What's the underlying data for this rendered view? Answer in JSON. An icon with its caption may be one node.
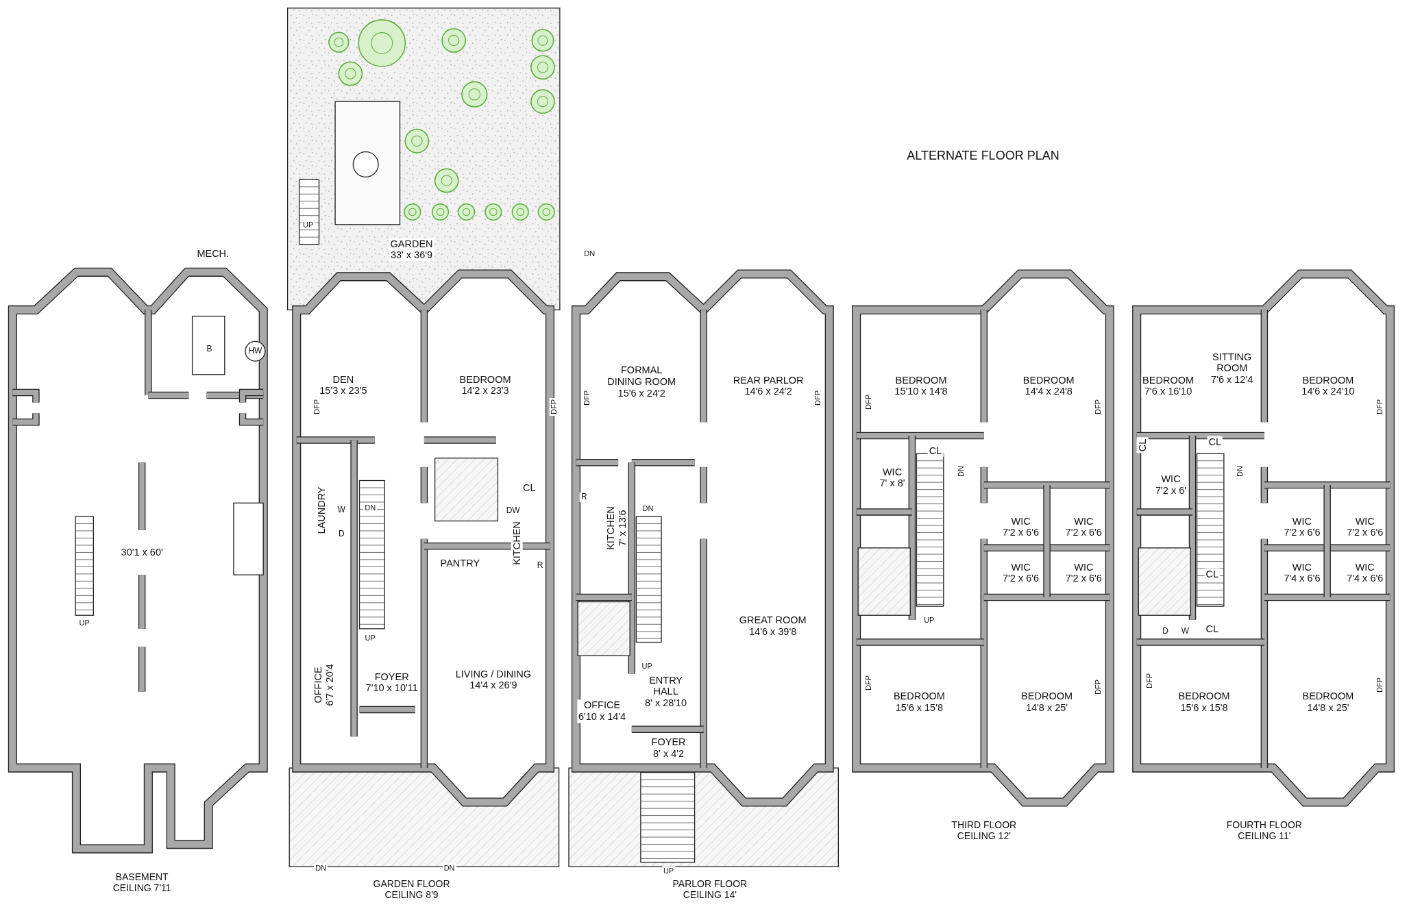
{
  "diagram": {
    "title": "ALTERNATE FLOOR PLAN",
    "labels": [
      "MECH.",
      "B",
      "HW",
      "30'1 x 60'",
      "UP",
      "BASEMENT CEILING 7'11",
      "UP",
      "GARDEN 33' x 36'9",
      "DEN 15'3 x 23'5",
      "BEDROOM 14'2 x 23'3",
      "DFP",
      "DFP",
      "LAUNDRY",
      "W",
      "D",
      "DN",
      "CL",
      "DW",
      "PANTRY",
      "KITCHEN",
      "R",
      "UP",
      "OFFICE 6'7 x 20'4",
      "FOYER 7'10 x 10'11",
      "LIVING / DINING 14'4 x 26'9",
      "DN",
      "DN",
      "GARDEN FLOOR CEILING 8'9",
      "DN",
      "FORMAL DINING ROOM 15'6 x 24'2",
      "REAR PARLOR 14'6 x 24'2",
      "DFP",
      "DFP",
      "R",
      "KITCHEN 7' x 13'6",
      "DN",
      "GREAT ROOM 14'6 x 39'8",
      "UP",
      "ENTRY HALL 8' x 28'10",
      "OFFICE 6'10 x 14'4",
      "FOYER 8' x 4'2",
      "UP",
      "PARLOR FLOOR CEILING 14'",
      "BEDROOM 15'10 x 14'8",
      "BEDROOM 14'4 x 24'8",
      "DFP",
      "DFP",
      "CL",
      "WIC 7' x 8'",
      "DN",
      "WIC 7'2 x 6'6",
      "WIC 7'2 x 6'6",
      "WIC 7'2 x 6'6",
      "WIC 7'2 x 6'6",
      "UP",
      "DFP",
      "BEDROOM 15'6 x 15'8",
      "BEDROOM 14'8 x 25'",
      "DFP",
      "THIRD FLOOR CEILING 12'",
      "SITTING ROOM 7'6 x 12'4",
      "BEDROOM 7'6 x 16'10",
      "BEDROOM 14'6 x 24'10",
      "DFP",
      "CL",
      "CL",
      "DN",
      "WIC 7'2 x 6'",
      "WIC 7'2 x 6'6",
      "WIC 7'2 x 6'6",
      "WIC 7'4 x 6'6",
      "WIC 7'4 x 6'6",
      "CL",
      "D",
      "W",
      "CL",
      "DFP",
      "BEDROOM 15'6 x 15'8",
      "BEDROOM 14'8 x 25'",
      "DFP",
      "FOURTH FLOOR CEILING 11'"
    ]
  }
}
